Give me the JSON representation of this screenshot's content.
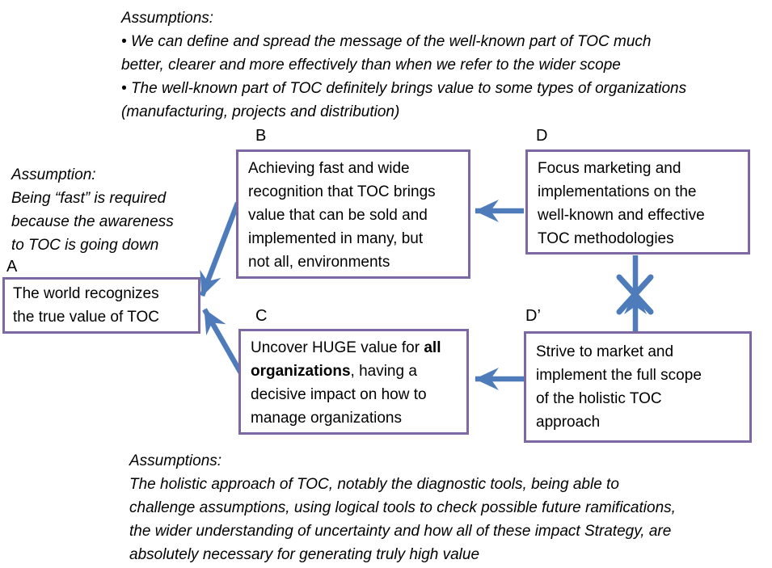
{
  "diagram": {
    "colors": {
      "box_border": "#7E68A4",
      "arrow": "#4E7CBA",
      "text": "#000000",
      "background": "#FFFFFF"
    },
    "top_assumptions": {
      "title": "Assumptions:",
      "bullets": [
        "We can define and spread the message of the well-known part of TOC much better, clearer and more effectively than when we refer to the wider scope",
        "The well-known part of TOC definitely brings value to some types of organizations (manufacturing, projects and distribution)"
      ]
    },
    "left_assumption": {
      "title": "Assumption:",
      "lines": [
        "Being “fast” is required",
        "because the awareness",
        "to TOC is going down"
      ]
    },
    "bottom_assumptions": {
      "title": "Assumptions:",
      "text": "The holistic approach of TOC, notably the diagnostic tools, being able to challenge assumptions, using logical tools to check possible future ramifications, the wider understanding of uncertainty and how all of these impact Strategy, are absolutely necessary for generating truly high value"
    },
    "nodes": {
      "a": {
        "label": "A",
        "text": "The world recognizes the true value of TOC"
      },
      "b": {
        "label": "B",
        "text": "Achieving fast and wide recognition that TOC brings value that can be sold and implemented in many, but not all, environments"
      },
      "c": {
        "label": "C",
        "text_before": "Uncover HUGE value for ",
        "text_bold": "all organizations",
        "text_after": ", having a decisive impact on how to manage organizations"
      },
      "d": {
        "label": "D",
        "text": "Focus marketing and implementations on the well-known and effective TOC methodologies"
      },
      "d_prime": {
        "label": "D’",
        "text": "Strive to market and implement the full scope of the holistic TOC approach"
      }
    },
    "connections": [
      {
        "from": "D",
        "to": "B",
        "type": "arrow"
      },
      {
        "from": "D’",
        "to": "C",
        "type": "arrow"
      },
      {
        "from": "B",
        "to": "A",
        "type": "arrow"
      },
      {
        "from": "C",
        "to": "A",
        "type": "arrow"
      },
      {
        "from": "D’",
        "to": "D",
        "type": "conflict-arrow-crossed-out"
      }
    ]
  }
}
